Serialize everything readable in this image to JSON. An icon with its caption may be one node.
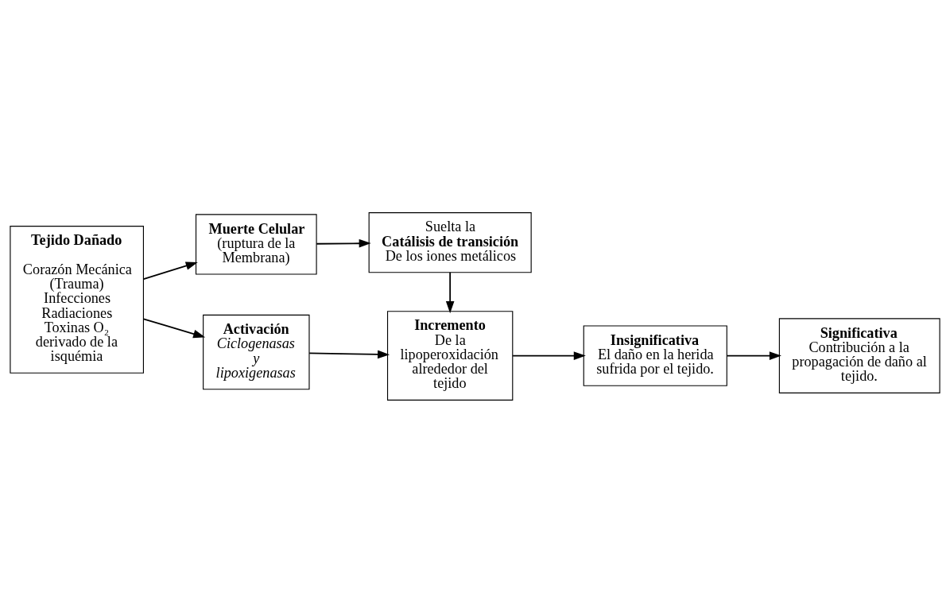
{
  "diagram": {
    "nodes": [
      {
        "text": [
          "Tejido Dañado",
          "Corazón Mecánica (Trauma) Infecciones Radiaciones Toxinas O₂ derivado de la isquémia"
        ]
      },
      {
        "text": [
          "Muerte Celular",
          "(ruptura de la Membrana)"
        ]
      },
      {
        "text": [
          "Suelta la",
          "Catálisis de transición",
          "De los iones metálicos"
        ]
      },
      {
        "text": [
          "Activación",
          "Ciclogenasas y lipoxigenasas"
        ]
      },
      {
        "text": [
          "Incremento",
          "De la lipoperoxidación alrededor del tejido"
        ]
      },
      {
        "text": [
          "Significativa",
          "Contribución a la propagación de daño al tejido."
        ]
      },
      {
        "text": [
          "Insignificativa",
          "El daño en la herida sufrida por el tejido."
        ]
      }
    ],
    "edges": [
      {
        "from": 0,
        "to": 1,
        "arrow": "to"
      },
      {
        "from": 1,
        "to": 2,
        "arrow": "to"
      },
      {
        "from": 2,
        "to": 4,
        "arrow": "to"
      },
      {
        "from": 0,
        "to": 3,
        "arrow": "to"
      },
      {
        "from": 3,
        "to": 4,
        "arrow": "to"
      },
      {
        "from": 4,
        "to": 6,
        "arrow": "to"
      },
      {
        "from": 6,
        "to": 5,
        "arrow": "to"
      }
    ]
  }
}
